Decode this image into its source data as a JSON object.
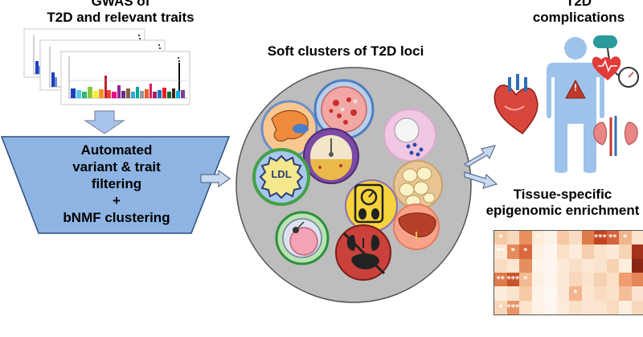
{
  "gwas": {
    "title_line1": "GWAS of",
    "title_line2": "T2D and relevant traits"
  },
  "pipeline": {
    "line1": "Automated",
    "line2": "variant & trait",
    "line3": "filtering",
    "line4": "+",
    "line5": "bNMF clustering"
  },
  "clusters": {
    "title": "Soft clusters of T2D loci",
    "ldl_label": "LDL"
  },
  "complications": {
    "title_line1": "T2D",
    "title_line2": "complications",
    "warning_symbol": "!"
  },
  "epigenomic": {
    "title_line1": "Tissue-specific",
    "title_line2": "epigenomic enrichment"
  },
  "heatmap": {
    "rows": [
      [
        "*",
        "",
        "",
        "*",
        "",
        "",
        "",
        "",
        "***",
        "**",
        "*",
        ""
      ],
      [
        "**",
        "*",
        "*",
        "",
        "",
        "",
        "",
        "",
        "",
        "",
        "",
        ""
      ],
      [
        "",
        "",
        "",
        "",
        "",
        "",
        "",
        "",
        "",
        "",
        "",
        ""
      ],
      [
        "**",
        "***",
        "*",
        "",
        "",
        "",
        "",
        "",
        "",
        "",
        "",
        ""
      ],
      [
        "",
        "",
        "",
        "",
        "",
        "",
        "*",
        "",
        "",
        "",
        "",
        ""
      ],
      [
        "*",
        "***",
        "",
        "",
        "",
        "",
        "",
        "",
        "",
        "",
        "",
        ""
      ]
    ],
    "colors": [
      [
        "#f4c9a4",
        "#f8d9bd",
        "#e9905e",
        "#fcebd8",
        "#fdf2e8",
        "#f6c8a6",
        "#f8dcc3",
        "#e07b4a",
        "#c4441f",
        "#d6633a",
        "#efb48e",
        "#fbe3cd"
      ],
      [
        "#fbe7d3",
        "#e58a5a",
        "#d9683d",
        "#fdf1e6",
        "#fef6ef",
        "#fae0c7",
        "#fcebdc",
        "#f6cfae",
        "#fbe2cb",
        "#fde9d8",
        "#f7d4b3",
        "#a5321a"
      ],
      [
        "#f9dcc2",
        "#fae6d2",
        "#e68e5d",
        "#fef4ea",
        "#fef7f1",
        "#fce9d7",
        "#f9dfc6",
        "#fde8d6",
        "#fbe4cd",
        "#f7d3b2",
        "#fdeede",
        "#8c2614"
      ],
      [
        "#de7a4b",
        "#c9532a",
        "#f2b993",
        "#fdf0e3",
        "#fef6ee",
        "#fce8d4",
        "#f8d7ba",
        "#fbe3cb",
        "#f6d1af",
        "#fae0c6",
        "#ef9d70",
        "#e48558"
      ],
      [
        "#fdecd9",
        "#fbe4cc",
        "#f5c9a5",
        "#fef3e8",
        "#fef8f2",
        "#fde9d7",
        "#f2b58d",
        "#fce6d0",
        "#f9dcc1",
        "#fbe2ca",
        "#f4bf98",
        "#fae4cf"
      ],
      [
        "#f7d5b6",
        "#e8936a",
        "#fbe3cc",
        "#fef2e6",
        "#fef7f0",
        "#fcebd9",
        "#fae0c7",
        "#fde7d4",
        "#fbe5cf",
        "#f9dbbf",
        "#fdeedf",
        "#f8d8bb"
      ]
    ]
  }
}
